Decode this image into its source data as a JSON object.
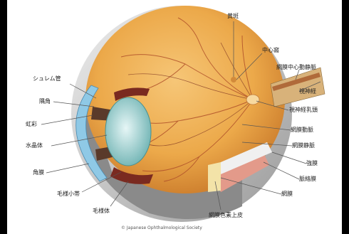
{
  "labels": {
    "macula": "黄斑",
    "fovea": "中心窩",
    "central_vessels": "網膜中心動静脈",
    "optic_nerve": "視神経",
    "optic_disc": "視神経乳頭",
    "retinal_artery": "網膜動脈",
    "retinal_vein": "網膜静脈",
    "sclera": "強膜",
    "choroid": "脈絡膜",
    "retina": "網膜",
    "rpe": "網膜色素上皮",
    "schlemm": "シュレム管",
    "angle": "隅角",
    "iris": "虹彩",
    "lens": "水晶体",
    "cornea": "角膜",
    "zonule": "毛様小帯",
    "ciliary_body": "毛様体"
  },
  "copyright": "© Japanese Ophthalmological Society",
  "colors": {
    "background": "#000000",
    "panel": "#ffffff",
    "retina_inner": "#f0b55a",
    "sclera": "#d9d9d9",
    "vessel": "#b0502a",
    "lens": "#a8d8d8",
    "leader": "#555555"
  }
}
